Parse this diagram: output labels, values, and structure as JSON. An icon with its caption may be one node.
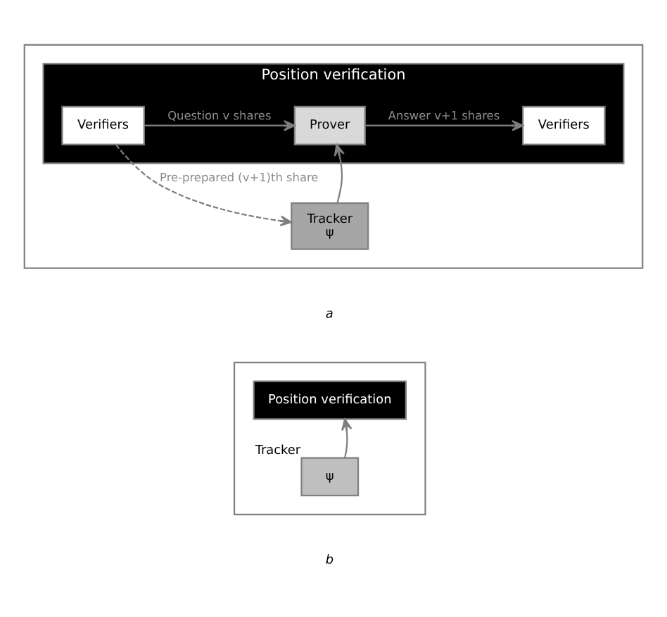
{
  "diagram": {
    "nodes": [
      {
        "text": [],
        "shape": "box"
      },
      {
        "text": [
          "Position verification"
        ],
        "in": 0
      },
      {
        "text": [
          "Verifiers"
        ],
        "in": 1
      },
      {
        "text": [
          "Prover"
        ],
        "in": 1
      },
      {
        "text": [
          "Verifiers"
        ],
        "in": 1
      },
      {
        "text": [
          "Tracker",
          "ψ"
        ],
        "in": 0
      },
      {
        "text": [],
        "shape": "box"
      },
      {
        "text": [
          "Position verification"
        ],
        "in": 6
      },
      {
        "text": [
          "ψ"
        ],
        "beside": [
          "Tracker"
        ],
        "in": 6
      }
    ],
    "edges": [
      {
        "from": 2,
        "to": 3,
        "arrow": "to",
        "label": "Question v shares"
      },
      {
        "from": 3,
        "to": 4,
        "arrow": "to",
        "label": "Answer v+1 shares"
      },
      {
        "from": 5,
        "to": 3,
        "arrow": "to"
      },
      {
        "from": 2,
        "to": 5,
        "arrow": "to",
        "style": "dashed",
        "label": "Pre-prepared (v+1)th share"
      },
      {
        "from": 8,
        "to": 7,
        "arrow": "to"
      }
    ],
    "labels": [
      "a",
      "b"
    ]
  }
}
